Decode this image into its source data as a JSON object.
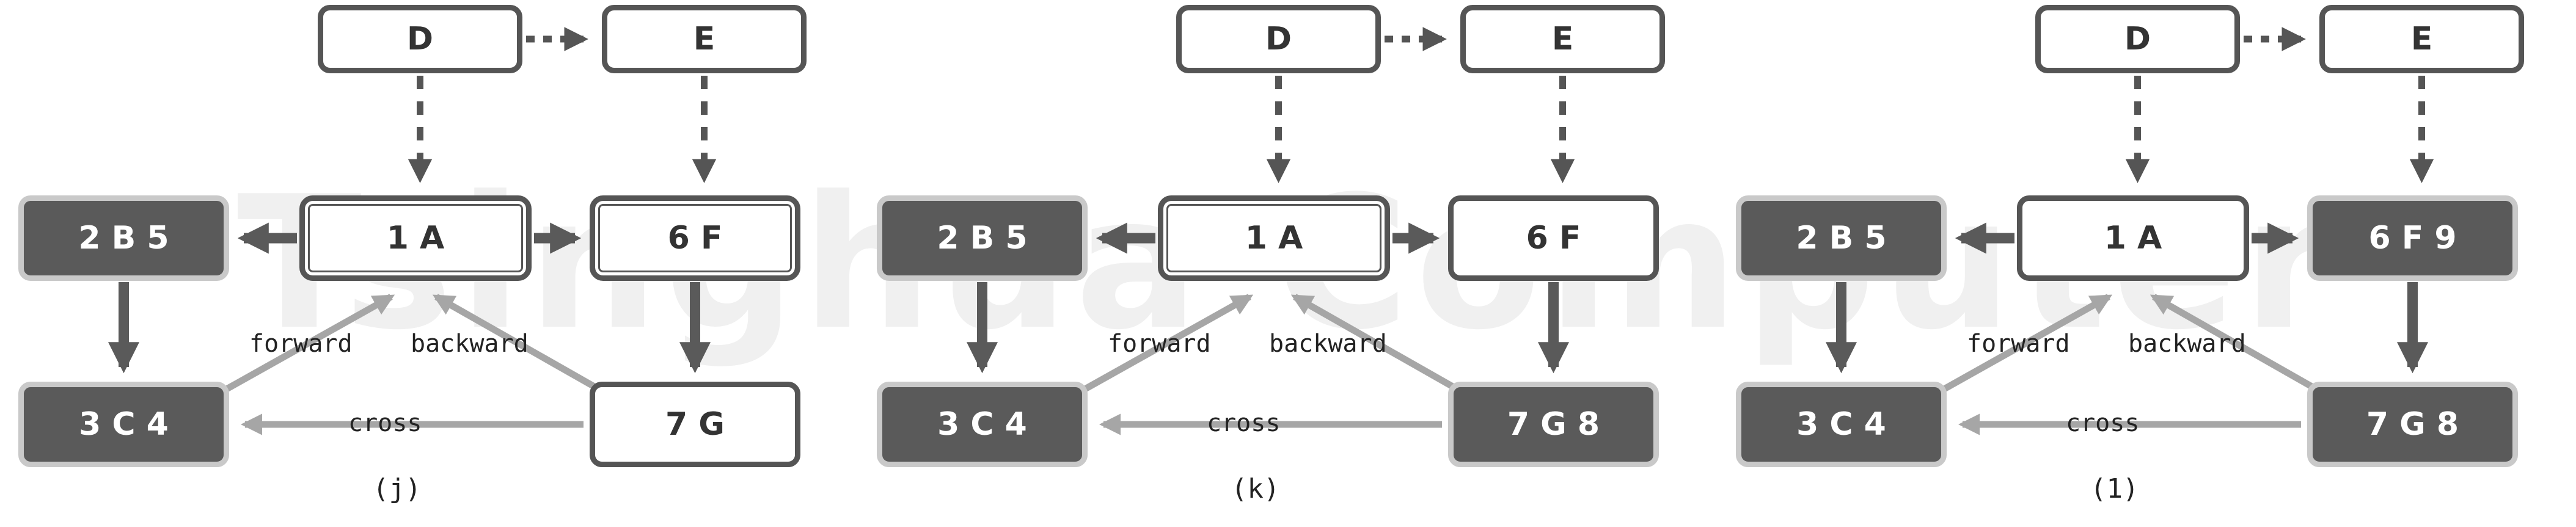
{
  "figure": {
    "watermark": "Tsinghua Computer",
    "annotations": {
      "forward": "forward",
      "backward": "backward",
      "cross": "cross"
    },
    "colors": {
      "dark_node_fill": "#5a5a5a",
      "dark_node_halo": "#c9c9c9",
      "white_node_fill": "#ffffff",
      "border": "#555555",
      "text_dark": "#333333",
      "text_light": "#ffffff",
      "tree_edge": "#5a5a5a",
      "nontree_edge": "#a6a6a6",
      "dotted_edge": "#555555",
      "watermark": "#f0f0f0"
    },
    "panels": [
      {
        "id": "j",
        "label": "(j)",
        "nodes": {
          "d": {
            "text": "D",
            "style": "white"
          },
          "e": {
            "text": "E",
            "style": "white"
          },
          "a": {
            "text": "1 A",
            "style": "double-white"
          },
          "b": {
            "text": "2 B 5",
            "style": "dark"
          },
          "c": {
            "text": "3 C 4",
            "style": "dark"
          },
          "f": {
            "text": "6 F",
            "style": "double-white"
          },
          "g": {
            "text": "7 G",
            "style": "white"
          }
        }
      },
      {
        "id": "k",
        "label": "(k)",
        "nodes": {
          "d": {
            "text": "D",
            "style": "white"
          },
          "e": {
            "text": "E",
            "style": "white"
          },
          "a": {
            "text": "1 A",
            "style": "double-white"
          },
          "b": {
            "text": "2 B 5",
            "style": "dark"
          },
          "c": {
            "text": "3 C 4",
            "style": "dark"
          },
          "f": {
            "text": "6 F",
            "style": "white"
          },
          "g": {
            "text": "7 G 8",
            "style": "dark"
          }
        }
      },
      {
        "id": "l",
        "label": "(1)",
        "nodes": {
          "d": {
            "text": "D",
            "style": "white"
          },
          "e": {
            "text": "E",
            "style": "white"
          },
          "a": {
            "text": "1 A",
            "style": "white"
          },
          "b": {
            "text": "2 B 5",
            "style": "dark"
          },
          "c": {
            "text": "3 C 4",
            "style": "dark"
          },
          "f": {
            "text": "6 F 9",
            "style": "dark"
          },
          "g": {
            "text": "7 G 8",
            "style": "dark"
          }
        }
      }
    ],
    "edges": [
      {
        "from": "d",
        "to": "e",
        "kind": "dotted-horizontal"
      },
      {
        "from": "d",
        "to": "a",
        "kind": "dotted-vertical"
      },
      {
        "from": "e",
        "to": "f",
        "kind": "dotted-vertical"
      },
      {
        "from": "a",
        "to": "b",
        "kind": "tree-left"
      },
      {
        "from": "a",
        "to": "f",
        "kind": "tree-right"
      },
      {
        "from": "b",
        "to": "c",
        "kind": "tree-down"
      },
      {
        "from": "f",
        "to": "g",
        "kind": "tree-down"
      },
      {
        "from": "c",
        "to": "a",
        "kind": "back-forward"
      },
      {
        "from": "g",
        "to": "a",
        "kind": "back-backward"
      },
      {
        "from": "g",
        "to": "c",
        "kind": "cross"
      }
    ]
  }
}
